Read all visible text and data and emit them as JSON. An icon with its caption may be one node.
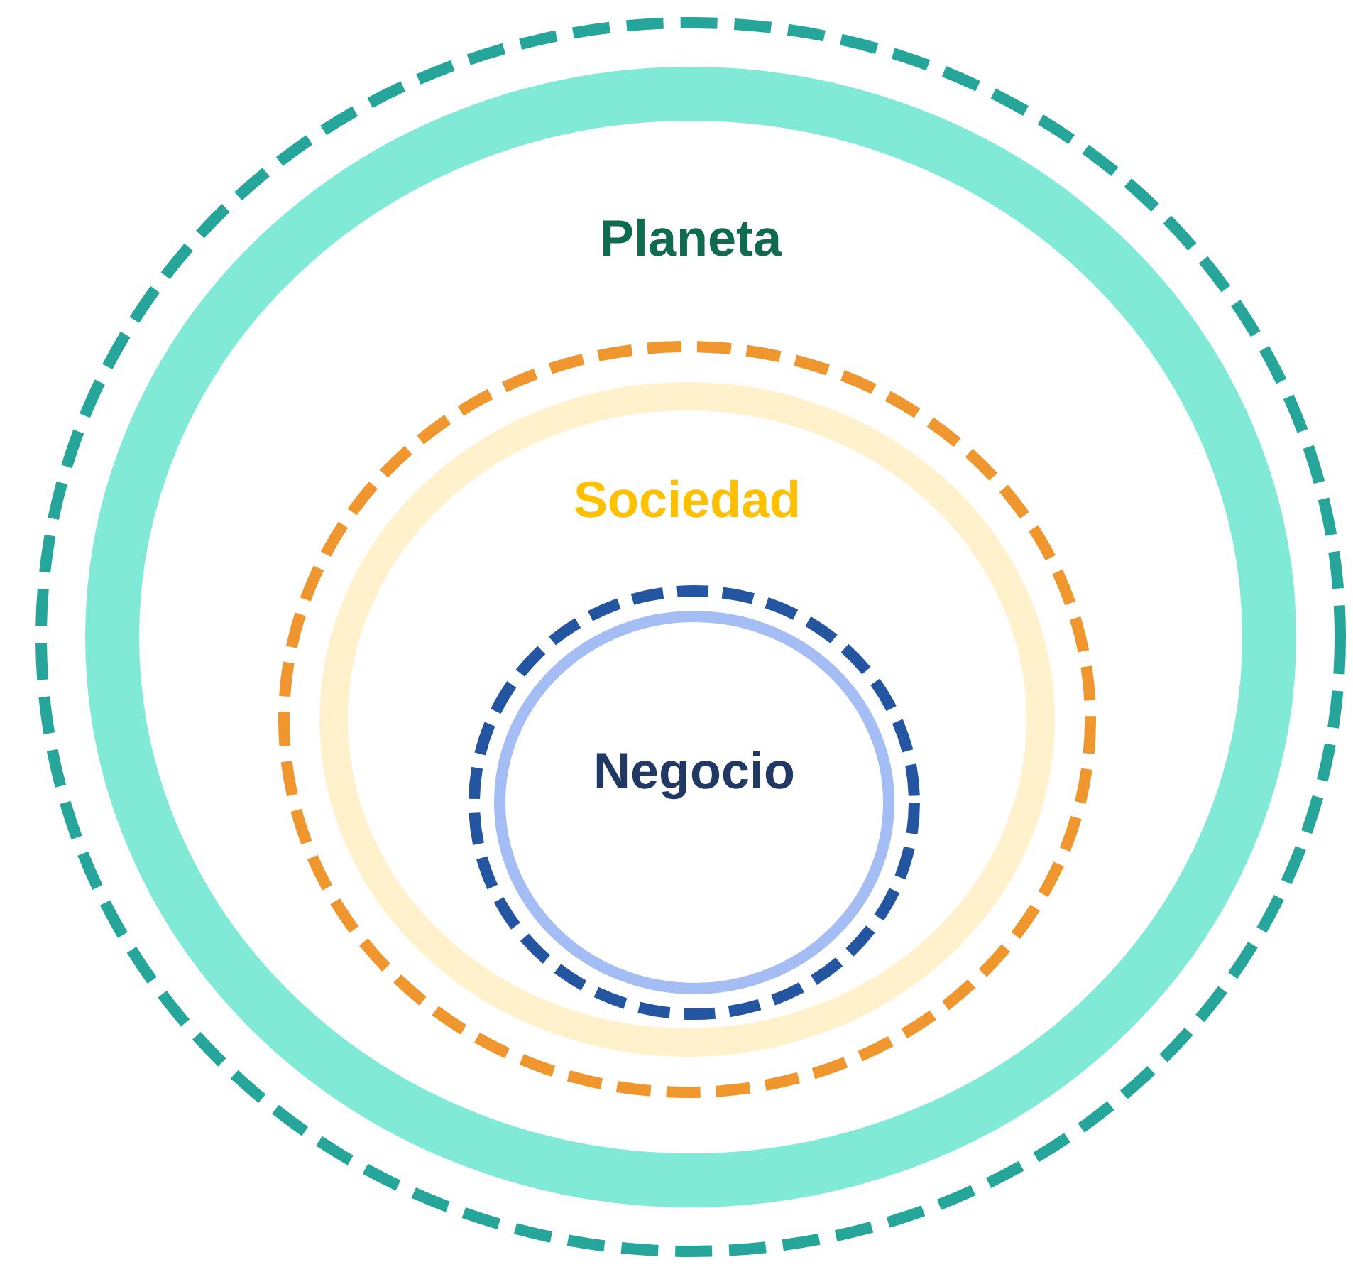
{
  "diagram": {
    "nodes": [
      {
        "text": [
          "Planeta"
        ]
      },
      {
        "text": [
          "Sociedad"
        ],
        "in": 0
      },
      {
        "text": [
          "Negocio"
        ],
        "in": 1
      }
    ]
  }
}
